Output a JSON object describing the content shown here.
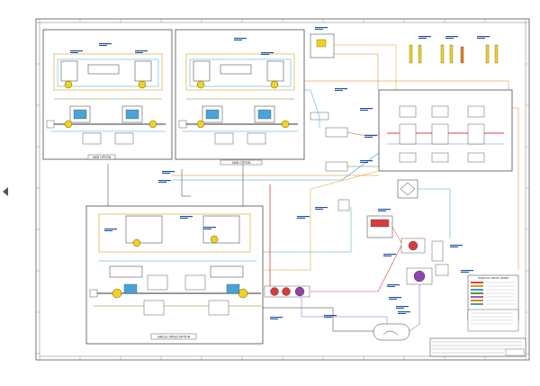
{
  "viewer": {
    "nav_icon": "triangle-left-icon"
  },
  "diagram": {
    "panels": {
      "top_left_caption": "4WD OPTION",
      "top_middle_caption": "4WD OPTION",
      "bottom_caption": "SINGLE SPEED OPTION"
    },
    "colors": {
      "sheet_border": "#555555",
      "pressure_line": "#e23b3b",
      "pilot_line": "#3a9ad9",
      "return_line": "#6b8e23",
      "drain_line": "#d4a017",
      "charge_line": "#9b59b6",
      "tank_line": "#e67e22",
      "label_text": "#1f4fa8",
      "component_yellow": "#f2d21b",
      "component_blue": "#4aa3d8",
      "component_red": "#d83b3b",
      "component_purple": "#8e44ad",
      "component_green": "#48a868"
    },
    "legend": {
      "header": "HYDRAULIC CIRCUIT LEGEND"
    }
  }
}
